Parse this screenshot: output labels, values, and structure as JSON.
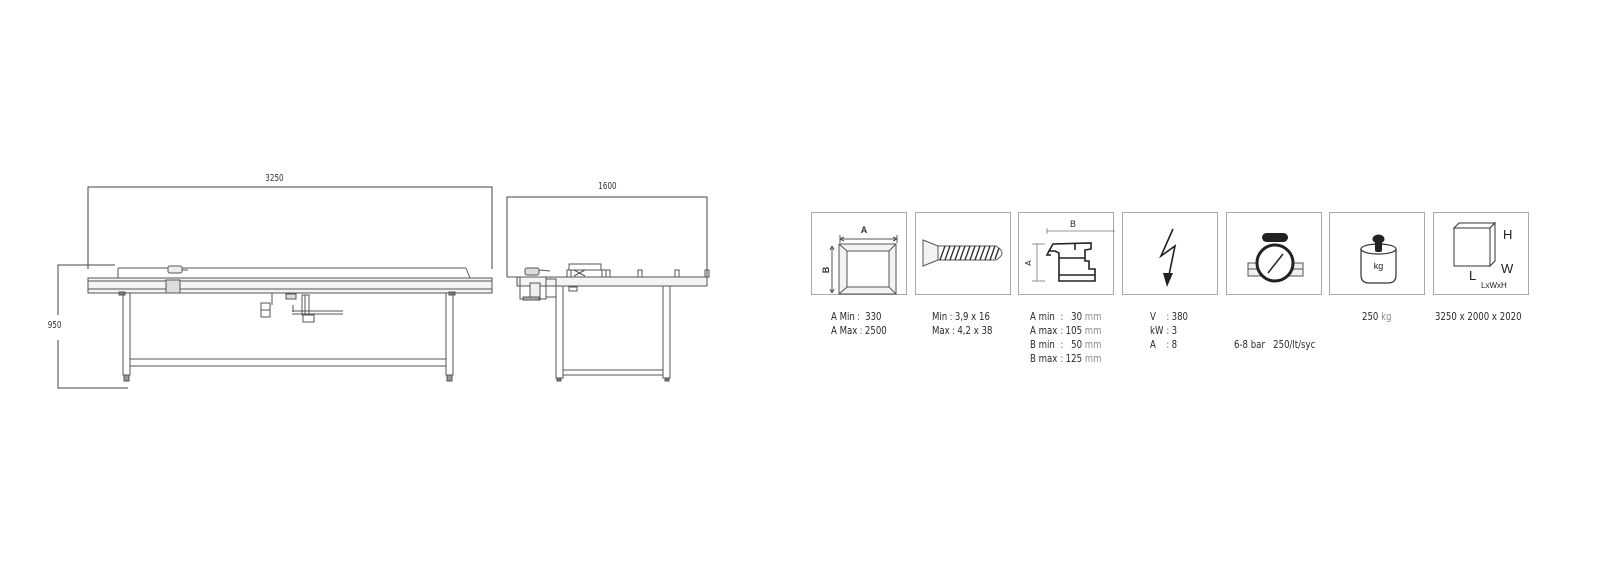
{
  "front_view": {
    "width_dim": "3250",
    "height_dim": "950"
  },
  "side_view": {
    "width_dim": "1600"
  },
  "specs": [
    {
      "id": "frame-size",
      "icon": "frame-dimension-icon",
      "icon_labels": {
        "a": "A",
        "b": "B"
      },
      "rows": [
        {
          "key": "A Min",
          "sep": ":",
          "value": "330",
          "unit": ""
        },
        {
          "key": "A Max",
          "sep": ":",
          "value": "2500",
          "unit": ""
        }
      ]
    },
    {
      "id": "screw-size",
      "icon": "screw-icon",
      "rows": [
        {
          "key": "Min",
          "sep": ":",
          "value": "3,9 x 16",
          "unit": ""
        },
        {
          "key": "Max",
          "sep": ":",
          "value": "4,2 x 38",
          "unit": ""
        }
      ]
    },
    {
      "id": "profile-size",
      "icon": "profile-section-icon",
      "icon_labels": {
        "a": "A",
        "b": "B"
      },
      "rows": [
        {
          "key": "A min",
          "sep": ":",
          "value": "30",
          "unit": "mm"
        },
        {
          "key": "A max",
          "sep": ":",
          "value": "105",
          "unit": "mm"
        },
        {
          "key": "B min",
          "sep": ":",
          "value": "50",
          "unit": "mm"
        },
        {
          "key": "B max",
          "sep": ":",
          "value": "125",
          "unit": "mm"
        }
      ]
    },
    {
      "id": "electrical",
      "icon": "lightning-bolt-icon",
      "rows": [
        {
          "key": "V",
          "sep": ":",
          "value": "380",
          "unit": ""
        },
        {
          "key": "kW",
          "sep": ":",
          "value": "3",
          "unit": ""
        },
        {
          "key": "A",
          "sep": ":",
          "value": "8",
          "unit": ""
        }
      ]
    },
    {
      "id": "air-pressure",
      "icon": "pressure-gauge-icon",
      "rows": [
        {
          "text": "6-8 bar   250/lt/syc"
        }
      ]
    },
    {
      "id": "weight",
      "icon": "weight-kg-icon",
      "icon_labels": {
        "kg": "kg"
      },
      "rows": [
        {
          "value": "250",
          "unit": "kg"
        }
      ]
    },
    {
      "id": "dimensions",
      "icon": "box-dimensions-icon",
      "icon_labels": {
        "h": "H",
        "w": "W",
        "l": "L",
        "lwh": "LxWxH"
      },
      "rows": [
        {
          "text": "3250 x 2000 x 2020"
        }
      ]
    }
  ]
}
